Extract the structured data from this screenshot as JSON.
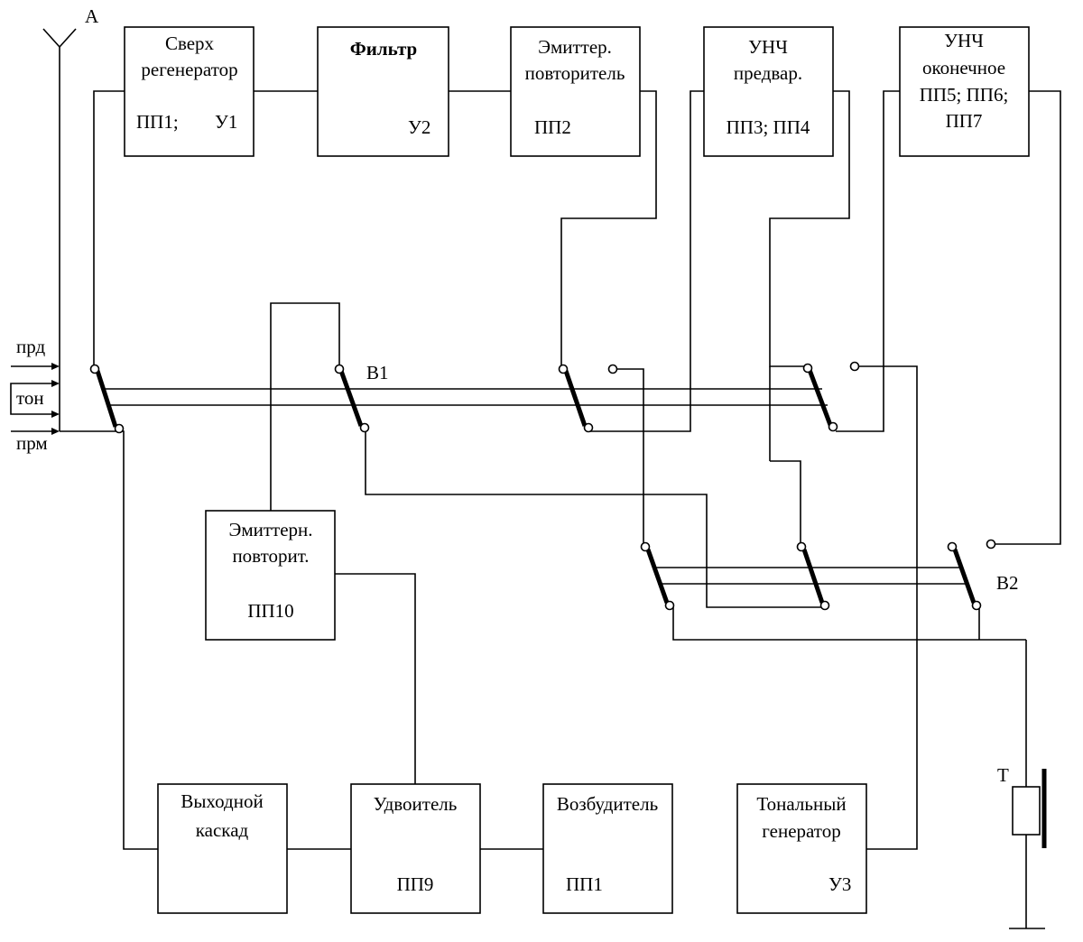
{
  "antenna": {
    "label": "А"
  },
  "blocks": {
    "super_regen": {
      "line1": "Сверх",
      "line2": "регенератор",
      "code_a": "ПП1;",
      "code_b": "У1"
    },
    "filter": {
      "line1": "Фильтр",
      "code": "У2"
    },
    "emitter_follower_top": {
      "line1": "Эмиттер.",
      "line2": "повторитель",
      "code": "ПП2"
    },
    "lf_preamp": {
      "line1": "УНЧ",
      "line2": "предвар.",
      "code": "ПП3; ПП4"
    },
    "lf_final": {
      "line1": "УНЧ",
      "line2": "оконечное",
      "line3": "ПП5; ПП6;",
      "line4": "ПП7"
    },
    "emitter_follower_mid": {
      "line1": "Эмиттерн.",
      "line2": "повторит.",
      "code": "ПП10"
    },
    "output_stage": {
      "line1": "Выходной",
      "line2": "каскад"
    },
    "doubler": {
      "line1": "Удвоитель",
      "code": "ПП9"
    },
    "exciter": {
      "line1": "Возбудитель",
      "code": "ПП1"
    },
    "tone_gen": {
      "line1": "Тональный",
      "line2": "генератор",
      "code": "У3"
    }
  },
  "inputs": {
    "prd": "прд",
    "ton": "тон",
    "prm": "прм"
  },
  "switches": {
    "b1": "В1",
    "b2": "В2"
  },
  "phone": {
    "label": "Т"
  }
}
